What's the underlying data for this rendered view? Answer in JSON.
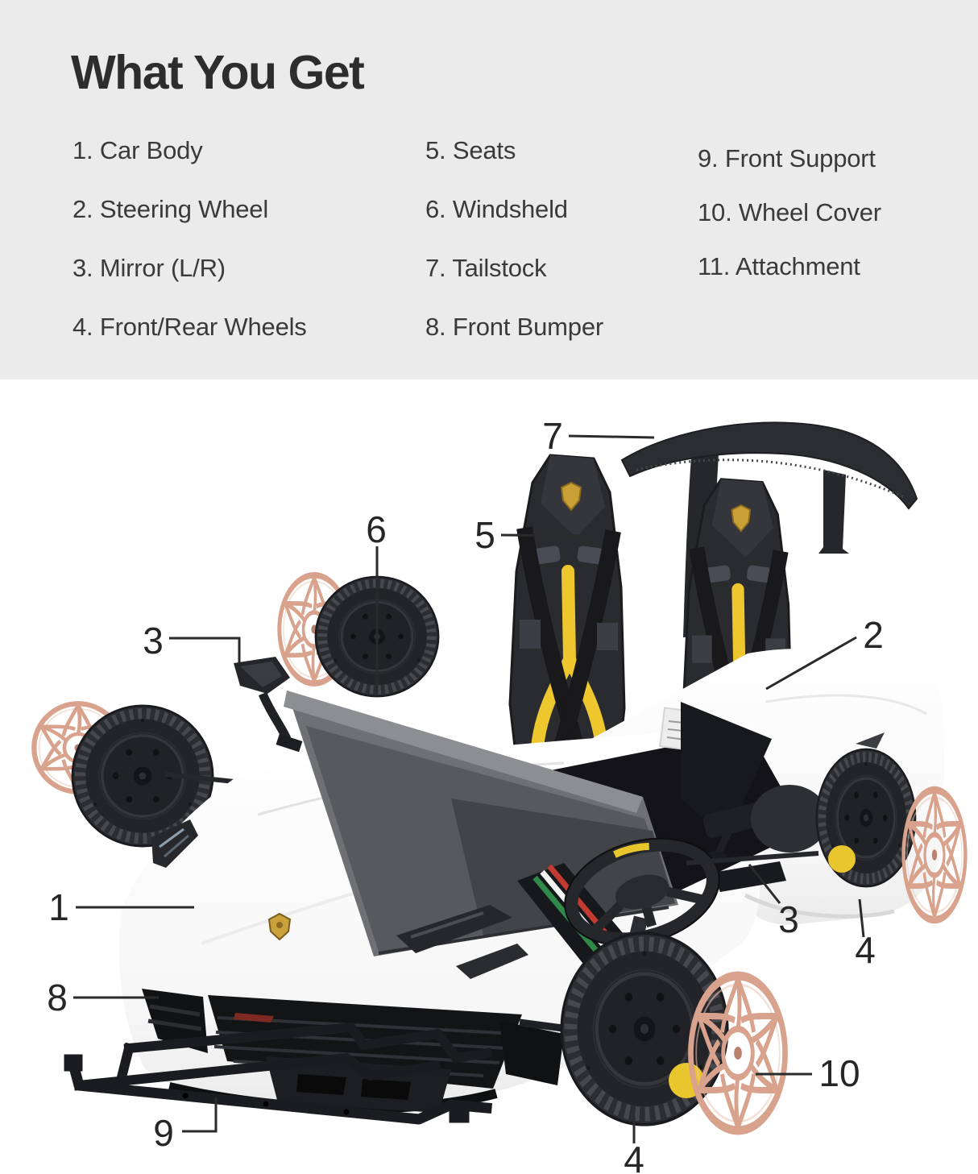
{
  "header": {
    "title": "What You Get",
    "parts_columns": [
      [
        "1. Car Body",
        "2. Steering Wheel",
        "3. Mirror (L/R)",
        "4. Front/Rear Wheels"
      ],
      [
        "5. Seats",
        "6. Windsheld",
        "7. Tailstock",
        "8. Front Bumper"
      ],
      [
        "9. Front Support",
        "10. Wheel Cover",
        "11. Attachment"
      ]
    ]
  },
  "figure": {
    "alt": "Exploded view photo of a white Lamborghini-style kids ride-on car with numbered parts",
    "callouts": [
      {
        "n": "7",
        "part": "Tailstock"
      },
      {
        "n": "5",
        "part": "Seats"
      },
      {
        "n": "6",
        "part": "Windsheld"
      },
      {
        "n": "3",
        "part": "Mirror (L/R)"
      },
      {
        "n": "2",
        "part": "Steering Wheel"
      },
      {
        "n": "1",
        "part": "Car Body"
      },
      {
        "n": "8",
        "part": "Front Bumper"
      },
      {
        "n": "9",
        "part": "Front Support"
      },
      {
        "n": "3",
        "part": "Mirror (L/R)"
      },
      {
        "n": "4",
        "part": "Front/Rear Wheels"
      },
      {
        "n": "10",
        "part": "Wheel Cover"
      },
      {
        "n": "4",
        "part": "Front/Rear Wheels"
      }
    ],
    "colors": {
      "header_background": "#ebebeb",
      "text": "#303030",
      "callout_line": "#2a2a2a",
      "car_body_white": "#fafafa",
      "tire_black": "#2c2d31",
      "wheel_cover_rose_gold": "#d8a28c",
      "seat_yellow": "#eec72f",
      "logo_gold": "#c9a035",
      "stripe_green": "#2f8a4a",
      "stripe_red": "#c23a31"
    }
  }
}
